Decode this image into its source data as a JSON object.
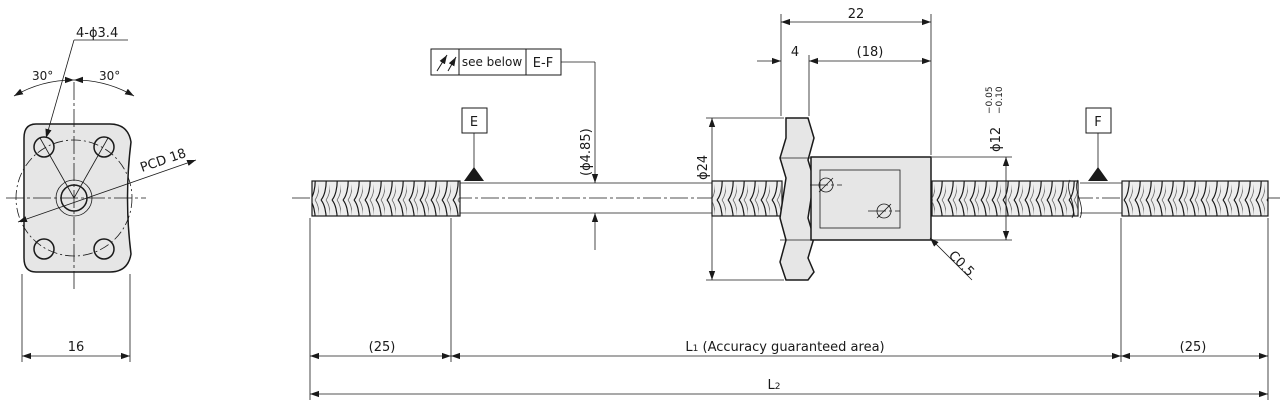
{
  "drawing": {
    "end_view": {
      "holes_callout": "4-ϕ3.4",
      "angle_left": "30°",
      "angle_right": "30°",
      "pcd": "PCD 18",
      "width": "16"
    },
    "runout": {
      "symbol_icon": "circular-runout-icon",
      "tolerance_text": "see below",
      "datum_ref": "E-F",
      "datum_e": "E",
      "datum_f": "F",
      "shaft_diameter": "(ϕ4.85)"
    },
    "nut": {
      "overall_length": "22",
      "flange_thickness": "4",
      "body_length": "(18)",
      "flange_diameter": "ϕ24",
      "body_diameter": "ϕ12",
      "tol_upper": "−0.05",
      "tol_lower": "−0.10",
      "chamfer": "C0.5"
    },
    "screw": {
      "left_end": "(25)",
      "accuracy_area_l": "L",
      "accuracy_area_sub": "1",
      "accuracy_area_text": " (Accuracy guaranteed area)",
      "right_end": "(25)",
      "overall_l": "L",
      "overall_sub": "2"
    }
  }
}
